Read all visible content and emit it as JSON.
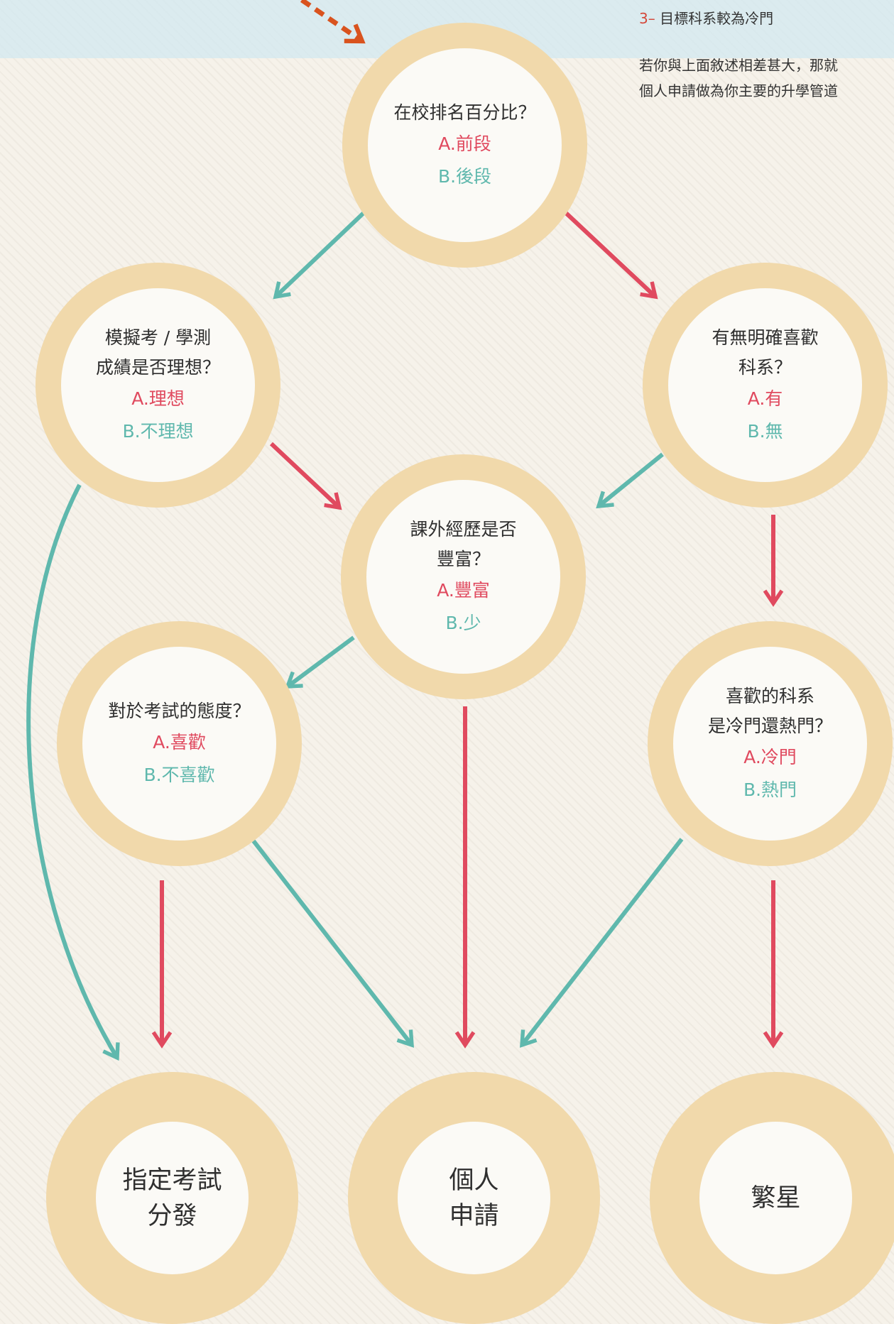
{
  "notes": {
    "item3_number": "3–",
    "item3_text": "目標科系較為冷門",
    "conclusion_line1": "若你與上面敘述相差甚大，那就",
    "conclusion_line2": "個人申請做為你主要的升學管道"
  },
  "questions": {
    "rank": {
      "title": [
        "在校排名百分比？"
      ],
      "a": "A.前段",
      "b": "B.後段"
    },
    "mock_exam": {
      "title": [
        "模擬考 / 學測",
        "成績是否理想？"
      ],
      "a": "A.理想",
      "b": "B.不理想"
    },
    "clear_major": {
      "title": [
        "有無明確喜歡",
        "科系？"
      ],
      "a": "A.有",
      "b": "B.無"
    },
    "extracurricular": {
      "title": [
        "課外經歷是否",
        "豐富？"
      ],
      "a": "A.豐富",
      "b": "B.少"
    },
    "exam_attitude": {
      "title": [
        "對於考試的態度？"
      ],
      "a": "A.喜歡",
      "b": "B.不喜歡"
    },
    "major_popularity": {
      "title": [
        "喜歡的科系",
        "是冷門還熱門？"
      ],
      "a": "A.冷門",
      "b": "B.熱門"
    }
  },
  "outcomes": {
    "designated_exam": [
      "指定考試",
      "分發"
    ],
    "personal_application": [
      "個人",
      "申請"
    ],
    "star_plan": [
      "繁星"
    ]
  },
  "colors": {
    "answer_a": "#e04a5f",
    "answer_b": "#5fb8ad",
    "ring": "#efd4a0",
    "lead_in_arrow": "#d9531e"
  }
}
